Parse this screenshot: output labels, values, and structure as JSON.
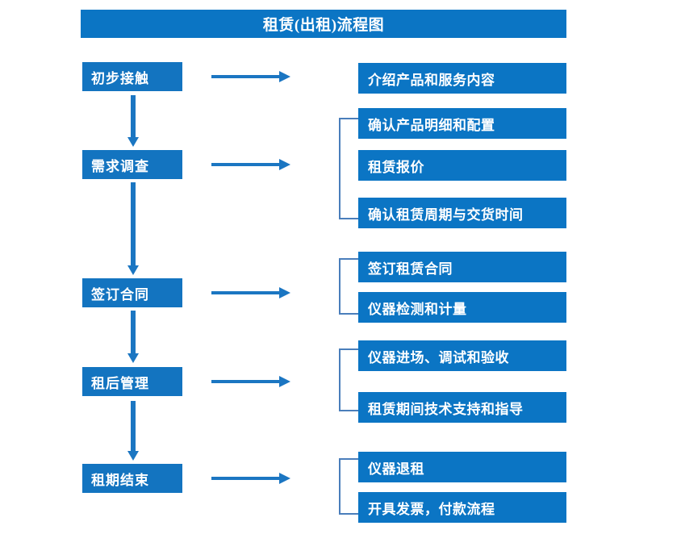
{
  "title": {
    "text": "租赁(出租)流程图"
  },
  "colors": {
    "title_bar": "#0b75c4",
    "stage_box": "#1374c0",
    "detail_box": "#0b75c4",
    "arrow": "#1b76c2",
    "bracket": "#4a7ebb",
    "text": "#ffffff",
    "background": "#ffffff"
  },
  "stages": [
    {
      "label": "初步接触"
    },
    {
      "label": "需求调查"
    },
    {
      "label": "签订合同"
    },
    {
      "label": "租后管理"
    },
    {
      "label": "租期结束"
    }
  ],
  "details": [
    {
      "label": "介绍产品和服务内容"
    },
    {
      "label": "确认产品明细和配置"
    },
    {
      "label": "租赁报价"
    },
    {
      "label": "确认租赁周期与交货时间"
    },
    {
      "label": "签订租赁合同"
    },
    {
      "label": "仪器检测和计量"
    },
    {
      "label": "仪器进场、调试和验收"
    },
    {
      "label": "租赁期间技术支持和指导"
    },
    {
      "label": "仪器退租"
    },
    {
      "label": "开具发票，付款流程"
    }
  ],
  "icons": {
    "right_arrow": "right-arrow-icon",
    "down_arrow": "down-arrow-icon",
    "bracket": "group-bracket-icon"
  }
}
